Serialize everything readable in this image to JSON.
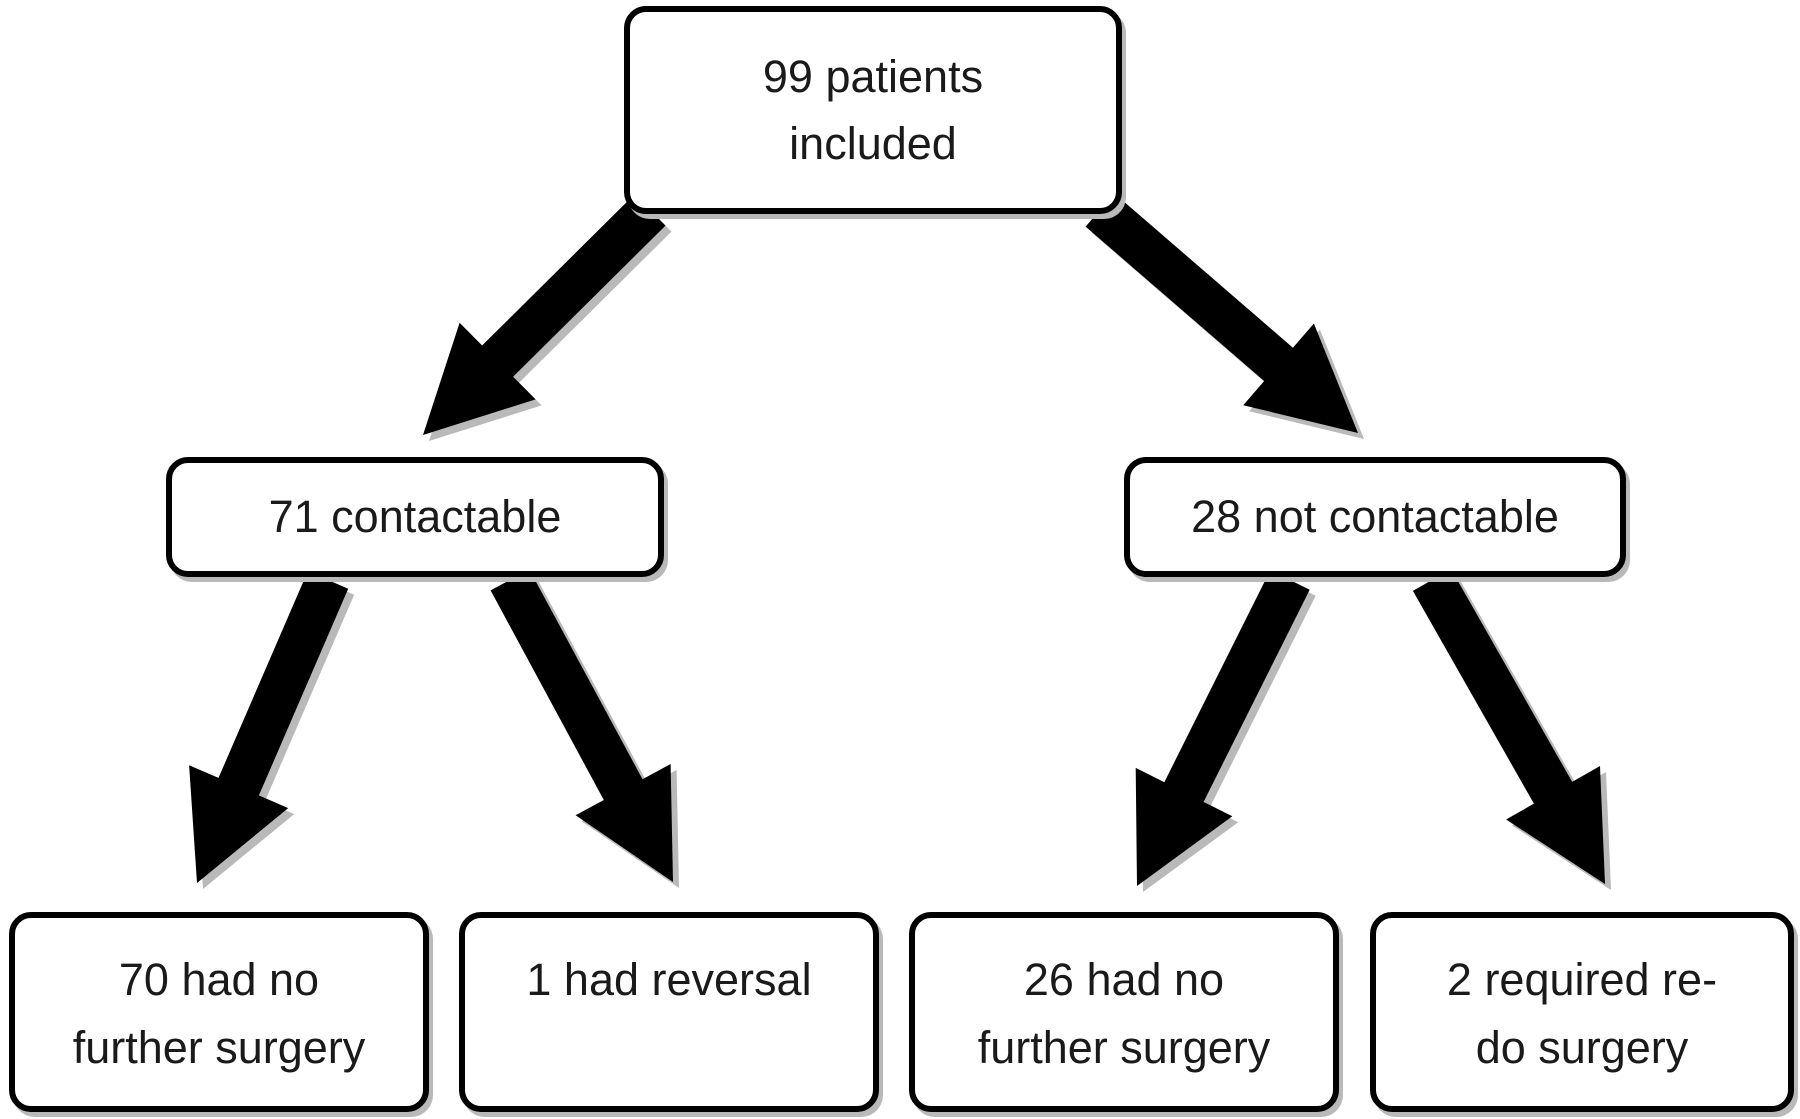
{
  "nodes": {
    "root": "99 patients\nincluded",
    "contactable": "71 contactable",
    "not_contactable": "28 not contactable",
    "contactable_no_surgery": "70 had no\nfurther surgery",
    "contactable_reversal": "1 had reversal",
    "not_contactable_no_surgery": "26 had no\nfurther surgery",
    "not_contactable_redo": "2 required re-\ndo surgery"
  },
  "colors": {
    "arrow": "#000000",
    "arrow_shadow": "#b9b9b9",
    "border": "#000000",
    "text": "#1a1a1a",
    "background": "#ffffff"
  }
}
